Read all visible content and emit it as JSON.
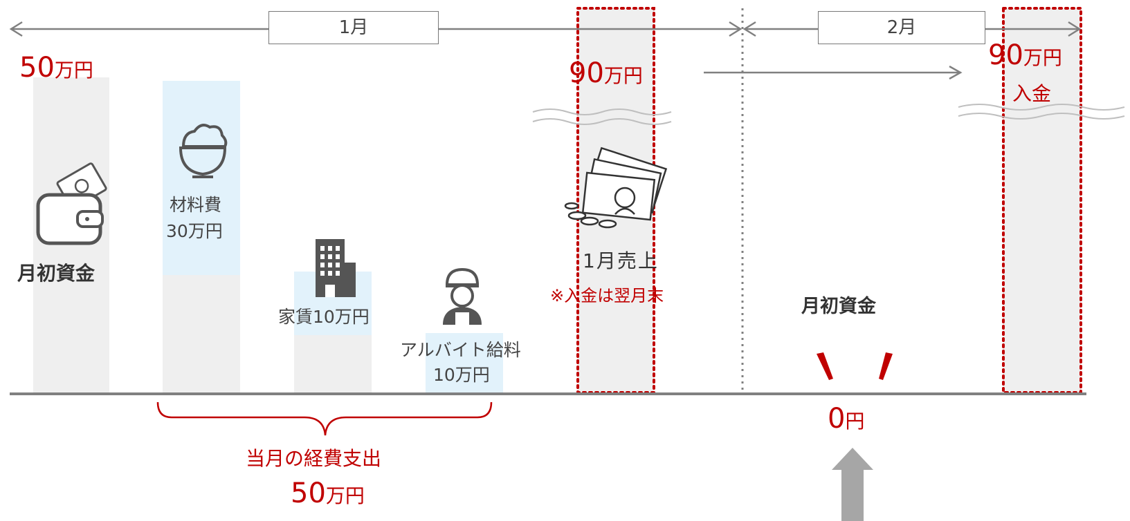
{
  "timeline": {
    "month1": "1月",
    "month2": "2月"
  },
  "opening_balance": {
    "amount": "50",
    "unit": "万円",
    "label": "月初資金"
  },
  "expenses": {
    "material": {
      "name": "材料費",
      "amount": "30万円"
    },
    "rent": {
      "label": "家賃10万円"
    },
    "parttime": {
      "name": "アルバイト給料",
      "amount": "10万円"
    },
    "total_label": "当月の経費支出",
    "total_amount": "50",
    "total_unit": "万円"
  },
  "sales": {
    "amount": "90",
    "unit": "万円",
    "label": "1月売上",
    "note": "※入金は翌月末"
  },
  "feb_deposit": {
    "amount": "90",
    "unit": "万円",
    "label": "入金"
  },
  "feb_opening": {
    "label": "月初資金",
    "amount": "0",
    "unit": "円"
  },
  "colors": {
    "accent": "#c00000",
    "bar_gray": "#efefef",
    "bar_blue": "#e2f2fb",
    "line": "#808080",
    "arrow_up": "#a6a6a6"
  },
  "icons": [
    "wallet-icon",
    "rice-bowl-icon",
    "building-icon",
    "worker-icon",
    "cash-icon",
    "arrow-up-icon"
  ]
}
